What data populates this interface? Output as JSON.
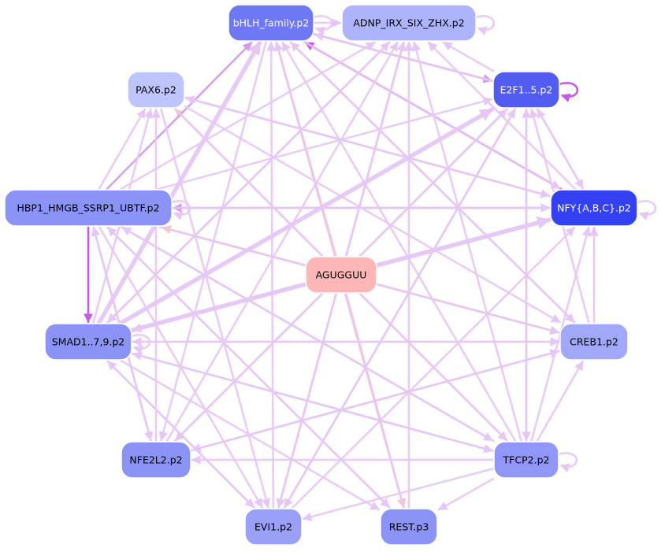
{
  "colors": {
    "center_node_fill": "#ffb6b6",
    "center_edge": "#ffc4c4",
    "edge_light": "#e5c6f5",
    "edge_mid": "#d59af0",
    "edge_dark": "#c75ae6",
    "node_stroke": "#ffffff",
    "text_dark": "#000000",
    "text_light": "#ffffff"
  },
  "graph": {
    "nodes": [
      {
        "id": "bhlh",
        "label": "bHLH_family.p2",
        "fill": "#6f78f4",
        "text": "light"
      },
      {
        "id": "adnp",
        "label": "ADNP_IRX_SIX_ZHX.p2",
        "fill": "#aeb4fb",
        "text": "dark"
      },
      {
        "id": "pax6",
        "label": "PAX6.p2",
        "fill": "#bec4fc",
        "text": "dark"
      },
      {
        "id": "e2f1",
        "label": "E2F1..5.p2",
        "fill": "#525cf1",
        "text": "light"
      },
      {
        "id": "hbp1",
        "label": "HBP1_HMGB_SSRP1_UBTF.p2",
        "fill": "#8c93f7",
        "text": "dark"
      },
      {
        "id": "nfy",
        "label": "NFY{A,B,C}.p2",
        "fill": "#3341f2",
        "text": "light"
      },
      {
        "id": "agug",
        "label": "AGUGGUU",
        "fill": "#ffb6b6",
        "text": "dark"
      },
      {
        "id": "smad",
        "label": "SMAD1..7,9.p2",
        "fill": "#8c93f7",
        "text": "dark"
      },
      {
        "id": "creb1",
        "label": "CREB1.p2",
        "fill": "#a2a8f9",
        "text": "dark"
      },
      {
        "id": "nfe2l2",
        "label": "NFE2L2.p2",
        "fill": "#8c93f7",
        "text": "dark"
      },
      {
        "id": "tfcp2",
        "label": "TFCP2.p2",
        "fill": "#9097f8",
        "text": "dark"
      },
      {
        "id": "evi1",
        "label": "EVI1.p2",
        "fill": "#9aa0f8",
        "text": "dark"
      },
      {
        "id": "rest",
        "label": "REST.p3",
        "fill": "#8c93f7",
        "text": "dark"
      }
    ],
    "edges": [
      {
        "from": "agug",
        "to": "bhlh",
        "style": "center"
      },
      {
        "from": "agug",
        "to": "adnp",
        "style": "center"
      },
      {
        "from": "agug",
        "to": "pax6",
        "style": "center"
      },
      {
        "from": "agug",
        "to": "e2f1",
        "style": "center"
      },
      {
        "from": "agug",
        "to": "hbp1",
        "style": "center"
      },
      {
        "from": "agug",
        "to": "nfy",
        "style": "center"
      },
      {
        "from": "agug",
        "to": "smad",
        "style": "center"
      },
      {
        "from": "agug",
        "to": "creb1",
        "style": "center"
      },
      {
        "from": "agug",
        "to": "nfe2l2",
        "style": "center"
      },
      {
        "from": "agug",
        "to": "tfcp2",
        "style": "center"
      },
      {
        "from": "agug",
        "to": "evi1",
        "style": "center"
      },
      {
        "from": "agug",
        "to": "rest",
        "style": "center"
      },
      {
        "from": "hbp1",
        "to": "smad",
        "style": "dark"
      },
      {
        "from": "nfy",
        "to": "bhlh",
        "style": "dark"
      },
      {
        "from": "hbp1",
        "to": "bhlh",
        "style": "mid"
      },
      {
        "from": "nfy",
        "to": "hbp1",
        "style": "mid"
      },
      {
        "from": "bhlh",
        "to": "e2f1",
        "style": "mid"
      },
      {
        "from": "smad",
        "to": "bhlh",
        "style": "light_thick"
      },
      {
        "from": "smad",
        "to": "nfy",
        "style": "light_thick"
      },
      {
        "from": "smad",
        "to": "e2f1",
        "style": "light_thick"
      },
      {
        "from": "bhlh",
        "to": "adnp",
        "style": "light"
      },
      {
        "from": "e2f1",
        "to": "adnp",
        "style": "light"
      },
      {
        "from": "nfy",
        "to": "adnp",
        "style": "light"
      },
      {
        "from": "e2f1",
        "to": "bhlh",
        "style": "light"
      },
      {
        "from": "hbp1",
        "to": "pax6",
        "style": "light"
      },
      {
        "from": "hbp1",
        "to": "e2f1",
        "style": "light"
      },
      {
        "from": "hbp1",
        "to": "adnp",
        "style": "light"
      },
      {
        "from": "hbp1",
        "to": "nfy",
        "style": "light"
      },
      {
        "from": "hbp1",
        "to": "creb1",
        "style": "light"
      },
      {
        "from": "hbp1",
        "to": "tfcp2",
        "style": "light"
      },
      {
        "from": "hbp1",
        "to": "evi1",
        "style": "light"
      },
      {
        "from": "hbp1",
        "to": "rest",
        "style": "light"
      },
      {
        "from": "hbp1",
        "to": "nfe2l2",
        "style": "light"
      },
      {
        "from": "pax6",
        "to": "nfy",
        "style": "light"
      },
      {
        "from": "pax6",
        "to": "creb1",
        "style": "light"
      },
      {
        "from": "pax6",
        "to": "evi1",
        "style": "light"
      },
      {
        "from": "pax6",
        "to": "tfcp2",
        "style": "light"
      },
      {
        "from": "smad",
        "to": "pax6",
        "style": "light"
      },
      {
        "from": "smad",
        "to": "adnp",
        "style": "light"
      },
      {
        "from": "smad",
        "to": "creb1",
        "style": "light"
      },
      {
        "from": "smad",
        "to": "tfcp2",
        "style": "light"
      },
      {
        "from": "smad",
        "to": "evi1",
        "style": "light"
      },
      {
        "from": "smad",
        "to": "rest",
        "style": "light"
      },
      {
        "from": "nfe2l2",
        "to": "pax6",
        "style": "light"
      },
      {
        "from": "nfe2l2",
        "to": "adnp",
        "style": "light"
      },
      {
        "from": "nfe2l2",
        "to": "e2f1",
        "style": "light"
      },
      {
        "from": "nfe2l2",
        "to": "creb1",
        "style": "light"
      },
      {
        "from": "nfe2l2",
        "to": "hbp1",
        "style": "light"
      },
      {
        "from": "evi1",
        "to": "bhlh",
        "style": "light"
      },
      {
        "from": "evi1",
        "to": "adnp",
        "style": "light"
      },
      {
        "from": "evi1",
        "to": "e2f1",
        "style": "light"
      },
      {
        "from": "evi1",
        "to": "nfy",
        "style": "light"
      },
      {
        "from": "evi1",
        "to": "smad",
        "style": "light"
      },
      {
        "from": "rest",
        "to": "bhlh",
        "style": "light"
      },
      {
        "from": "rest",
        "to": "adnp",
        "style": "light"
      },
      {
        "from": "rest",
        "to": "hbp1",
        "style": "light"
      },
      {
        "from": "tfcp2",
        "to": "e2f1",
        "style": "light"
      },
      {
        "from": "tfcp2",
        "to": "nfy",
        "style": "light"
      },
      {
        "from": "tfcp2",
        "to": "creb1",
        "style": "light"
      },
      {
        "from": "tfcp2",
        "to": "rest",
        "style": "light"
      },
      {
        "from": "tfcp2",
        "to": "evi1",
        "style": "light"
      },
      {
        "from": "tfcp2",
        "to": "smad",
        "style": "light"
      },
      {
        "from": "tfcp2",
        "to": "hbp1",
        "style": "light"
      },
      {
        "from": "tfcp2",
        "to": "bhlh",
        "style": "light"
      },
      {
        "from": "tfcp2",
        "to": "adnp",
        "style": "light"
      },
      {
        "from": "tfcp2",
        "to": "nfe2l2",
        "style": "light"
      },
      {
        "from": "creb1",
        "to": "nfy",
        "style": "light"
      },
      {
        "from": "creb1",
        "to": "smad",
        "style": "light"
      },
      {
        "from": "creb1",
        "to": "nfe2l2",
        "style": "light"
      },
      {
        "from": "creb1",
        "to": "bhlh",
        "style": "light"
      },
      {
        "from": "creb1",
        "to": "e2f1",
        "style": "light"
      },
      {
        "from": "bhlh",
        "to": "nfy",
        "style": "light"
      },
      {
        "from": "bhlh",
        "to": "creb1",
        "style": "light"
      },
      {
        "from": "bhlh",
        "to": "nfe2l2",
        "style": "light"
      },
      {
        "from": "adnp",
        "to": "evi1",
        "style": "light"
      },
      {
        "from": "adnp",
        "to": "smad",
        "style": "light"
      },
      {
        "from": "e2f1",
        "to": "evi1",
        "style": "light"
      },
      {
        "from": "e2f1",
        "to": "nfe2l2",
        "style": "light"
      },
      {
        "from": "e2f1",
        "to": "tfcp2",
        "style": "light"
      },
      {
        "from": "e2f1",
        "to": "nfy",
        "style": "light"
      },
      {
        "from": "nfy",
        "to": "smad",
        "style": "light"
      },
      {
        "from": "nfy",
        "to": "pax6",
        "style": "light"
      },
      {
        "from": "nfy",
        "to": "e2f1",
        "style": "light"
      }
    ],
    "self_loops": [
      {
        "node": "bhlh",
        "side": "right",
        "style": "light"
      },
      {
        "node": "adnp",
        "side": "right",
        "style": "light"
      },
      {
        "node": "e2f1",
        "side": "right",
        "style": "dark"
      },
      {
        "node": "hbp1",
        "side": "right",
        "style": "light"
      },
      {
        "node": "nfy",
        "side": "right",
        "style": "light"
      },
      {
        "node": "smad",
        "side": "right",
        "style": "light"
      },
      {
        "node": "tfcp2",
        "side": "right",
        "style": "light"
      }
    ]
  }
}
